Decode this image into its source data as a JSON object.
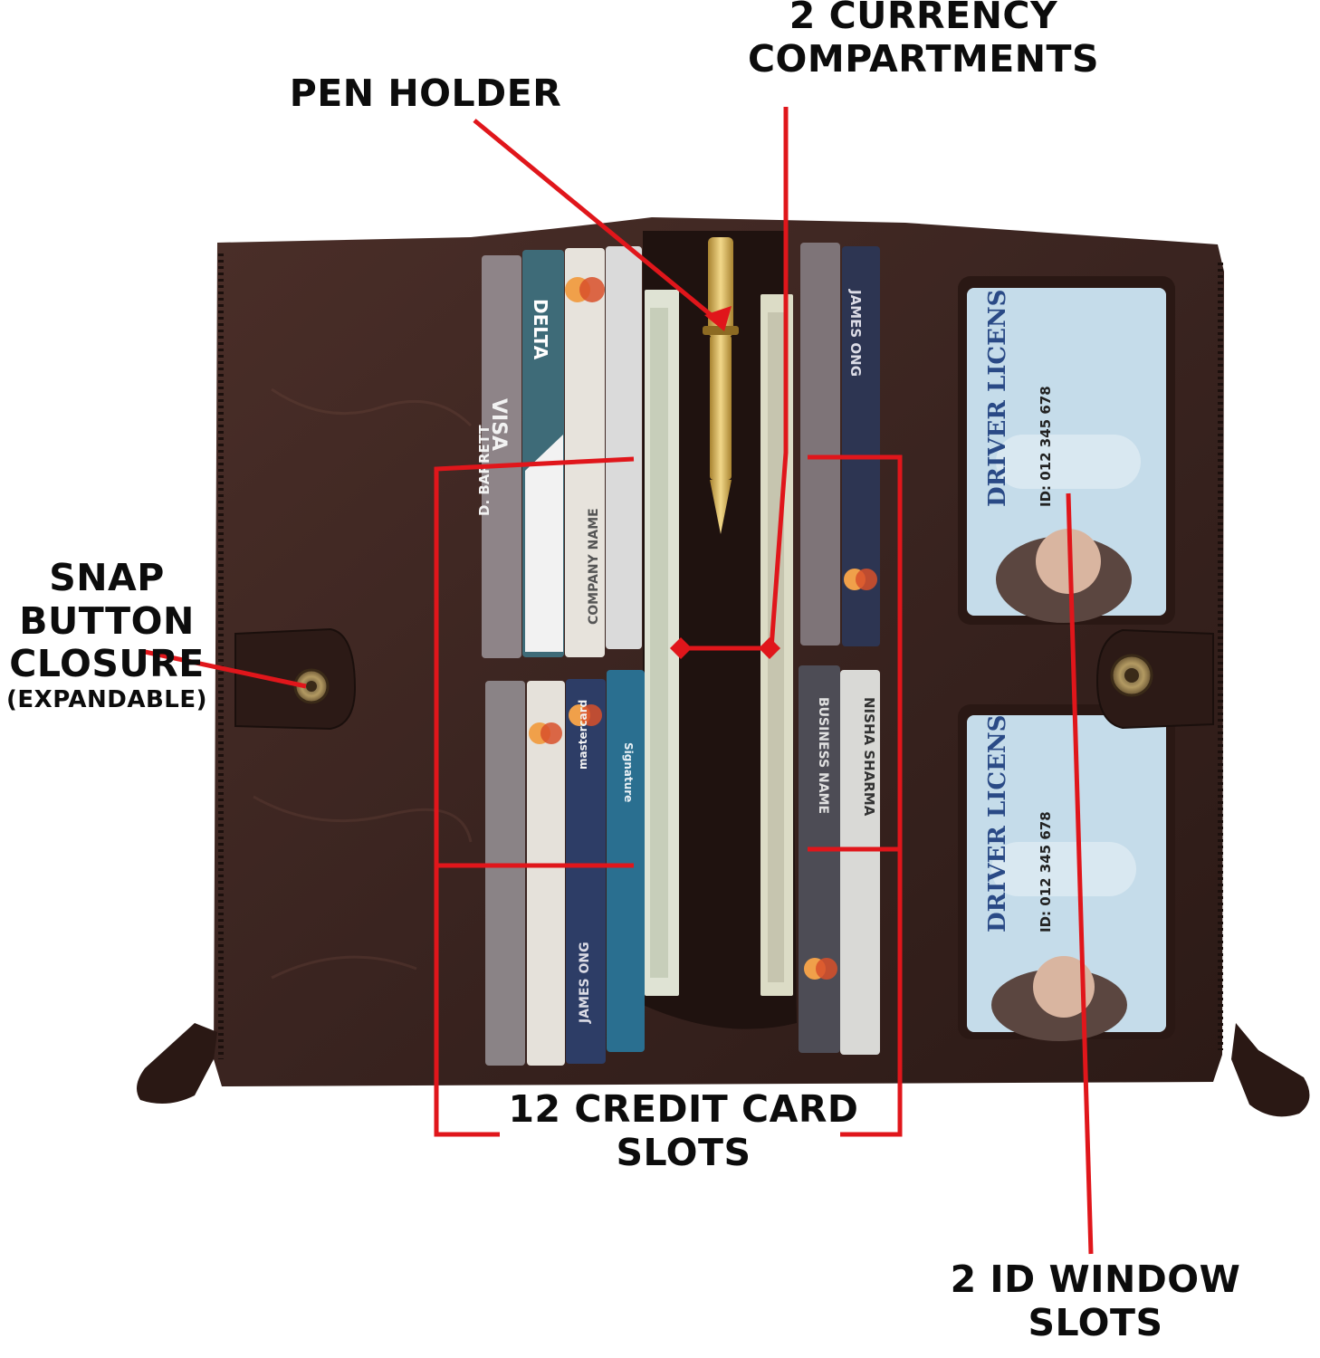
{
  "labels": {
    "pen_holder": "PEN HOLDER",
    "currency": {
      "line1": "2 CURRENCY",
      "line2": "COMPARTMENTS"
    },
    "snap": {
      "line1": "SNAP",
      "line2": "BUTTON",
      "line3": "CLOSURE",
      "line4": "(EXPANDABLE)"
    },
    "credit": {
      "line1": "12 CREDIT CARD",
      "line2": "SLOTS"
    },
    "id_window": {
      "line1": "2 ID WINDOW",
      "line2": "SLOTS"
    }
  },
  "cards": {
    "visa": "VISA",
    "delta": "DELTA",
    "mastercard": "mastercard",
    "signature": "Signature",
    "d_barrett": "D. BARRETT",
    "james_ong": "JAMES ONG",
    "nisha_sharma": "NISHA SHARMA",
    "company_name": "COMPANY NAME",
    "business_name": "BUSINESS NAME",
    "driver_license": "DRIVER LICENS",
    "id_number_top": "ID: 012 345 678",
    "id_number_bottom": "ID: 012 345 678"
  },
  "colors": {
    "annotation_red": "#e0161b",
    "leather": "#3a2420",
    "leather_dark": "#231411",
    "pen_gold": "#d9b55a"
  }
}
